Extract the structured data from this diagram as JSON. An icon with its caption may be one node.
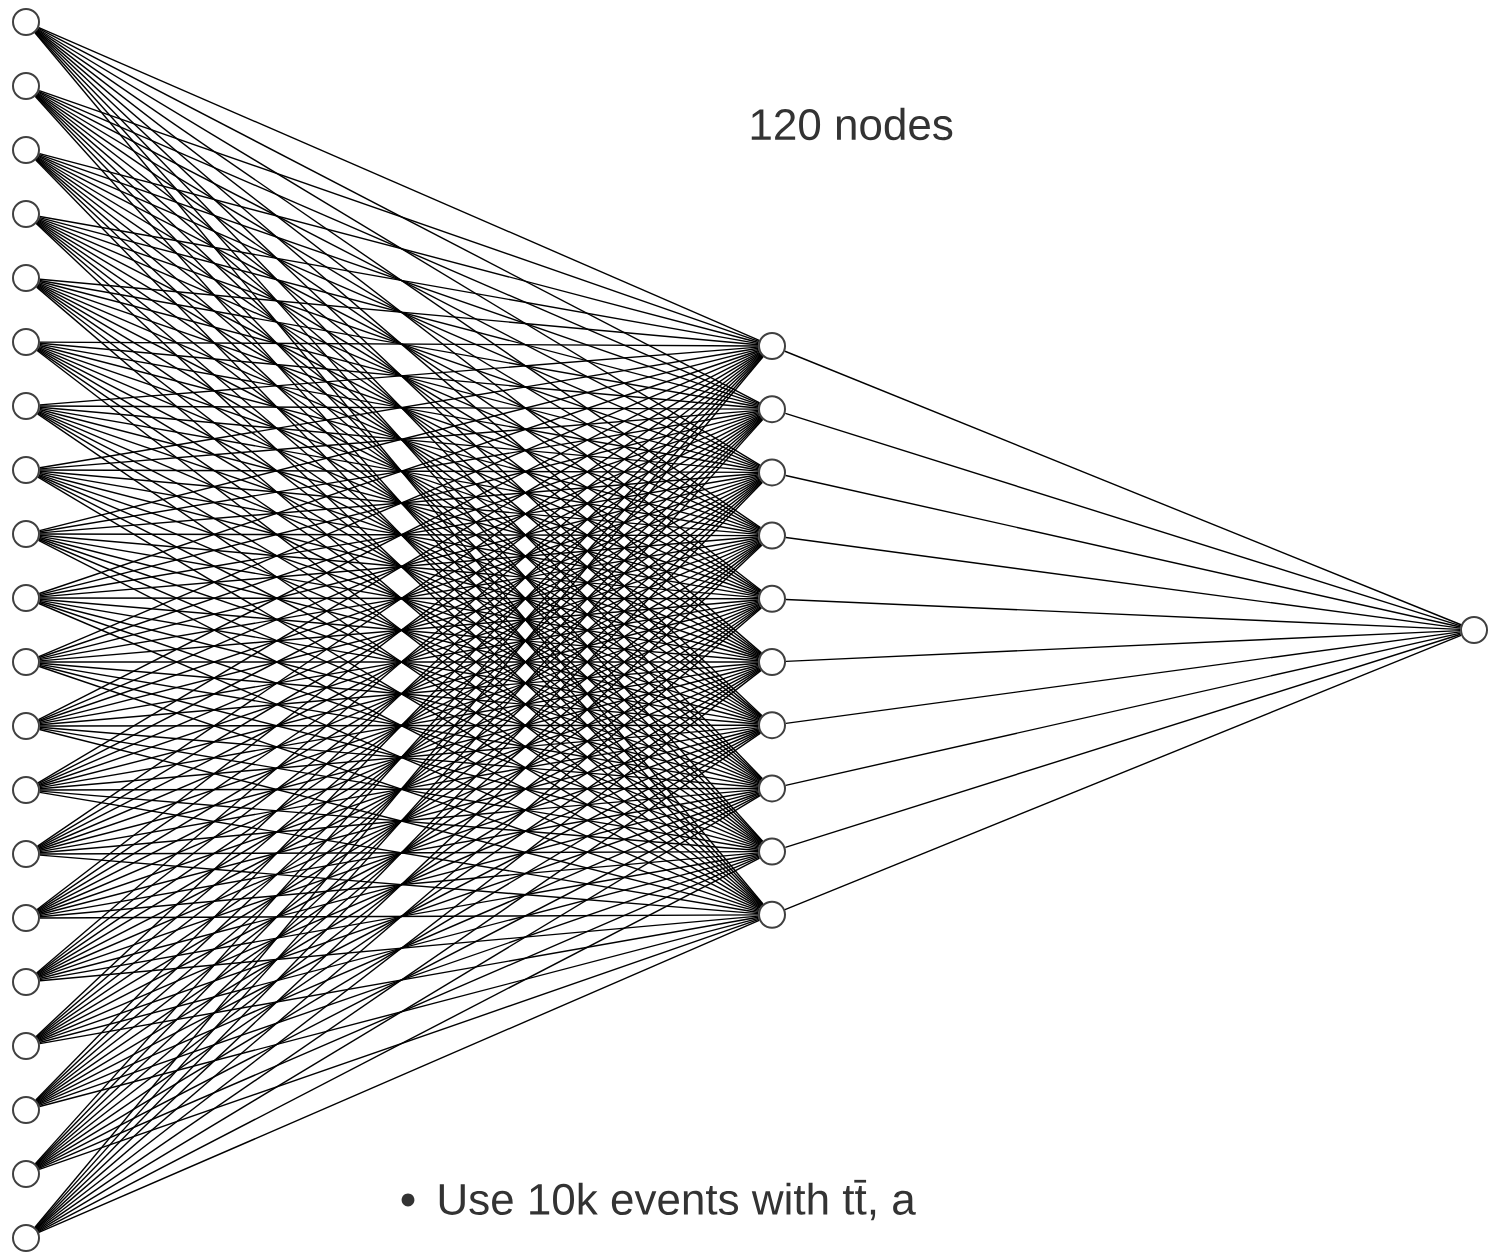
{
  "diagram": {
    "nodes": [
      {
        "text": [],
        "shape": "circle"
      },
      {
        "text": [],
        "shape": "circle"
      },
      {
        "text": [],
        "shape": "circle"
      },
      {
        "text": [],
        "shape": "circle"
      },
      {
        "text": [],
        "shape": "circle"
      },
      {
        "text": [],
        "shape": "circle"
      },
      {
        "text": [],
        "shape": "circle"
      },
      {
        "text": [],
        "shape": "circle"
      },
      {
        "text": [],
        "shape": "circle"
      },
      {
        "text": [],
        "shape": "circle"
      },
      {
        "text": [],
        "shape": "circle"
      },
      {
        "text": [],
        "shape": "circle"
      },
      {
        "text": [],
        "shape": "circle"
      },
      {
        "text": [],
        "shape": "circle"
      },
      {
        "text": [],
        "shape": "circle"
      },
      {
        "text": [],
        "shape": "circle"
      },
      {
        "text": [],
        "shape": "circle"
      },
      {
        "text": [],
        "shape": "circle"
      },
      {
        "text": [],
        "shape": "circle"
      },
      {
        "text": [],
        "shape": "circle"
      },
      {
        "text": [],
        "shape": "circle"
      },
      {
        "text": [],
        "shape": "circle"
      },
      {
        "text": [],
        "shape": "circle"
      },
      {
        "text": [],
        "shape": "circle"
      },
      {
        "text": [],
        "shape": "circle"
      },
      {
        "text": [],
        "shape": "circle"
      },
      {
        "text": [],
        "shape": "circle"
      },
      {
        "text": [],
        "shape": "circle"
      },
      {
        "text": [],
        "shape": "circle"
      },
      {
        "text": [],
        "shape": "circle"
      },
      {
        "text": [],
        "shape": "circle"
      }
    ],
    "edges": [
      {
        "from": 0,
        "to": 20,
        "arrow": "none"
      },
      {
        "from": 0,
        "to": 21,
        "arrow": "none"
      },
      {
        "from": 0,
        "to": 22,
        "arrow": "none"
      },
      {
        "from": 0,
        "to": 23,
        "arrow": "none"
      },
      {
        "from": 0,
        "to": 24,
        "arrow": "none"
      },
      {
        "from": 0,
        "to": 25,
        "arrow": "none"
      },
      {
        "from": 0,
        "to": 26,
        "arrow": "none"
      },
      {
        "from": 0,
        "to": 27,
        "arrow": "none"
      },
      {
        "from": 0,
        "to": 28,
        "arrow": "none"
      },
      {
        "from": 0,
        "to": 29,
        "arrow": "none"
      },
      {
        "from": 1,
        "to": 20,
        "arrow": "none"
      },
      {
        "from": 1,
        "to": 21,
        "arrow": "none"
      },
      {
        "from": 1,
        "to": 22,
        "arrow": "none"
      },
      {
        "from": 1,
        "to": 23,
        "arrow": "none"
      },
      {
        "from": 1,
        "to": 24,
        "arrow": "none"
      },
      {
        "from": 1,
        "to": 25,
        "arrow": "none"
      },
      {
        "from": 1,
        "to": 26,
        "arrow": "none"
      },
      {
        "from": 1,
        "to": 27,
        "arrow": "none"
      },
      {
        "from": 1,
        "to": 28,
        "arrow": "none"
      },
      {
        "from": 1,
        "to": 29,
        "arrow": "none"
      },
      {
        "from": 2,
        "to": 20,
        "arrow": "none"
      },
      {
        "from": 2,
        "to": 21,
        "arrow": "none"
      },
      {
        "from": 2,
        "to": 22,
        "arrow": "none"
      },
      {
        "from": 2,
        "to": 23,
        "arrow": "none"
      },
      {
        "from": 2,
        "to": 24,
        "arrow": "none"
      },
      {
        "from": 2,
        "to": 25,
        "arrow": "none"
      },
      {
        "from": 2,
        "to": 26,
        "arrow": "none"
      },
      {
        "from": 2,
        "to": 27,
        "arrow": "none"
      },
      {
        "from": 2,
        "to": 28,
        "arrow": "none"
      },
      {
        "from": 2,
        "to": 29,
        "arrow": "none"
      },
      {
        "from": 3,
        "to": 20,
        "arrow": "none"
      },
      {
        "from": 3,
        "to": 21,
        "arrow": "none"
      },
      {
        "from": 3,
        "to": 22,
        "arrow": "none"
      },
      {
        "from": 3,
        "to": 23,
        "arrow": "none"
      },
      {
        "from": 3,
        "to": 24,
        "arrow": "none"
      },
      {
        "from": 3,
        "to": 25,
        "arrow": "none"
      },
      {
        "from": 3,
        "to": 26,
        "arrow": "none"
      },
      {
        "from": 3,
        "to": 27,
        "arrow": "none"
      },
      {
        "from": 3,
        "to": 28,
        "arrow": "none"
      },
      {
        "from": 3,
        "to": 29,
        "arrow": "none"
      },
      {
        "from": 4,
        "to": 20,
        "arrow": "none"
      },
      {
        "from": 4,
        "to": 21,
        "arrow": "none"
      },
      {
        "from": 4,
        "to": 22,
        "arrow": "none"
      },
      {
        "from": 4,
        "to": 23,
        "arrow": "none"
      },
      {
        "from": 4,
        "to": 24,
        "arrow": "none"
      },
      {
        "from": 4,
        "to": 25,
        "arrow": "none"
      },
      {
        "from": 4,
        "to": 26,
        "arrow": "none"
      },
      {
        "from": 4,
        "to": 27,
        "arrow": "none"
      },
      {
        "from": 4,
        "to": 28,
        "arrow": "none"
      },
      {
        "from": 4,
        "to": 29,
        "arrow": "none"
      },
      {
        "from": 5,
        "to": 20,
        "arrow": "none"
      },
      {
        "from": 5,
        "to": 21,
        "arrow": "none"
      },
      {
        "from": 5,
        "to": 22,
        "arrow": "none"
      },
      {
        "from": 5,
        "to": 23,
        "arrow": "none"
      },
      {
        "from": 5,
        "to": 24,
        "arrow": "none"
      },
      {
        "from": 5,
        "to": 25,
        "arrow": "none"
      },
      {
        "from": 5,
        "to": 26,
        "arrow": "none"
      },
      {
        "from": 5,
        "to": 27,
        "arrow": "none"
      },
      {
        "from": 5,
        "to": 28,
        "arrow": "none"
      },
      {
        "from": 5,
        "to": 29,
        "arrow": "none"
      },
      {
        "from": 6,
        "to": 20,
        "arrow": "none"
      },
      {
        "from": 6,
        "to": 21,
        "arrow": "none"
      },
      {
        "from": 6,
        "to": 22,
        "arrow": "none"
      },
      {
        "from": 6,
        "to": 23,
        "arrow": "none"
      },
      {
        "from": 6,
        "to": 24,
        "arrow": "none"
      },
      {
        "from": 6,
        "to": 25,
        "arrow": "none"
      },
      {
        "from": 6,
        "to": 26,
        "arrow": "none"
      },
      {
        "from": 6,
        "to": 27,
        "arrow": "none"
      },
      {
        "from": 6,
        "to": 28,
        "arrow": "none"
      },
      {
        "from": 6,
        "to": 29,
        "arrow": "none"
      },
      {
        "from": 7,
        "to": 20,
        "arrow": "none"
      },
      {
        "from": 7,
        "to": 21,
        "arrow": "none"
      },
      {
        "from": 7,
        "to": 22,
        "arrow": "none"
      },
      {
        "from": 7,
        "to": 23,
        "arrow": "none"
      },
      {
        "from": 7,
        "to": 24,
        "arrow": "none"
      },
      {
        "from": 7,
        "to": 25,
        "arrow": "none"
      },
      {
        "from": 7,
        "to": 26,
        "arrow": "none"
      },
      {
        "from": 7,
        "to": 27,
        "arrow": "none"
      },
      {
        "from": 7,
        "to": 28,
        "arrow": "none"
      },
      {
        "from": 7,
        "to": 29,
        "arrow": "none"
      },
      {
        "from": 8,
        "to": 20,
        "arrow": "none"
      },
      {
        "from": 8,
        "to": 21,
        "arrow": "none"
      },
      {
        "from": 8,
        "to": 22,
        "arrow": "none"
      },
      {
        "from": 8,
        "to": 23,
        "arrow": "none"
      },
      {
        "from": 8,
        "to": 24,
        "arrow": "none"
      },
      {
        "from": 8,
        "to": 25,
        "arrow": "none"
      },
      {
        "from": 8,
        "to": 26,
        "arrow": "none"
      },
      {
        "from": 8,
        "to": 27,
        "arrow": "none"
      },
      {
        "from": 8,
        "to": 28,
        "arrow": "none"
      },
      {
        "from": 8,
        "to": 29,
        "arrow": "none"
      },
      {
        "from": 9,
        "to": 20,
        "arrow": "none"
      },
      {
        "from": 9,
        "to": 21,
        "arrow": "none"
      },
      {
        "from": 9,
        "to": 22,
        "arrow": "none"
      },
      {
        "from": 9,
        "to": 23,
        "arrow": "none"
      },
      {
        "from": 9,
        "to": 24,
        "arrow": "none"
      },
      {
        "from": 9,
        "to": 25,
        "arrow": "none"
      },
      {
        "from": 9,
        "to": 26,
        "arrow": "none"
      },
      {
        "from": 9,
        "to": 27,
        "arrow": "none"
      },
      {
        "from": 9,
        "to": 28,
        "arrow": "none"
      },
      {
        "from": 9,
        "to": 29,
        "arrow": "none"
      },
      {
        "from": 10,
        "to": 20,
        "arrow": "none"
      },
      {
        "from": 10,
        "to": 21,
        "arrow": "none"
      },
      {
        "from": 10,
        "to": 22,
        "arrow": "none"
      },
      {
        "from": 10,
        "to": 23,
        "arrow": "none"
      },
      {
        "from": 10,
        "to": 24,
        "arrow": "none"
      },
      {
        "from": 10,
        "to": 25,
        "arrow": "none"
      },
      {
        "from": 10,
        "to": 26,
        "arrow": "none"
      },
      {
        "from": 10,
        "to": 27,
        "arrow": "none"
      },
      {
        "from": 10,
        "to": 28,
        "arrow": "none"
      },
      {
        "from": 10,
        "to": 29,
        "arrow": "none"
      },
      {
        "from": 11,
        "to": 20,
        "arrow": "none"
      },
      {
        "from": 11,
        "to": 21,
        "arrow": "none"
      },
      {
        "from": 11,
        "to": 22,
        "arrow": "none"
      },
      {
        "from": 11,
        "to": 23,
        "arrow": "none"
      },
      {
        "from": 11,
        "to": 24,
        "arrow": "none"
      },
      {
        "from": 11,
        "to": 25,
        "arrow": "none"
      },
      {
        "from": 11,
        "to": 26,
        "arrow": "none"
      },
      {
        "from": 11,
        "to": 27,
        "arrow": "none"
      },
      {
        "from": 11,
        "to": 28,
        "arrow": "none"
      },
      {
        "from": 11,
        "to": 29,
        "arrow": "none"
      },
      {
        "from": 12,
        "to": 20,
        "arrow": "none"
      },
      {
        "from": 12,
        "to": 21,
        "arrow": "none"
      },
      {
        "from": 12,
        "to": 22,
        "arrow": "none"
      },
      {
        "from": 12,
        "to": 23,
        "arrow": "none"
      },
      {
        "from": 12,
        "to": 24,
        "arrow": "none"
      },
      {
        "from": 12,
        "to": 25,
        "arrow": "none"
      },
      {
        "from": 12,
        "to": 26,
        "arrow": "none"
      },
      {
        "from": 12,
        "to": 27,
        "arrow": "none"
      },
      {
        "from": 12,
        "to": 28,
        "arrow": "none"
      },
      {
        "from": 12,
        "to": 29,
        "arrow": "none"
      },
      {
        "from": 13,
        "to": 20,
        "arrow": "none"
      },
      {
        "from": 13,
        "to": 21,
        "arrow": "none"
      },
      {
        "from": 13,
        "to": 22,
        "arrow": "none"
      },
      {
        "from": 13,
        "to": 23,
        "arrow": "none"
      },
      {
        "from": 13,
        "to": 24,
        "arrow": "none"
      },
      {
        "from": 13,
        "to": 25,
        "arrow": "none"
      },
      {
        "from": 13,
        "to": 26,
        "arrow": "none"
      },
      {
        "from": 13,
        "to": 27,
        "arrow": "none"
      },
      {
        "from": 13,
        "to": 28,
        "arrow": "none"
      },
      {
        "from": 13,
        "to": 29,
        "arrow": "none"
      },
      {
        "from": 14,
        "to": 20,
        "arrow": "none"
      },
      {
        "from": 14,
        "to": 21,
        "arrow": "none"
      },
      {
        "from": 14,
        "to": 22,
        "arrow": "none"
      },
      {
        "from": 14,
        "to": 23,
        "arrow": "none"
      },
      {
        "from": 14,
        "to": 24,
        "arrow": "none"
      },
      {
        "from": 14,
        "to": 25,
        "arrow": "none"
      },
      {
        "from": 14,
        "to": 26,
        "arrow": "none"
      },
      {
        "from": 14,
        "to": 27,
        "arrow": "none"
      },
      {
        "from": 14,
        "to": 28,
        "arrow": "none"
      },
      {
        "from": 14,
        "to": 29,
        "arrow": "none"
      },
      {
        "from": 15,
        "to": 20,
        "arrow": "none"
      },
      {
        "from": 15,
        "to": 21,
        "arrow": "none"
      },
      {
        "from": 15,
        "to": 22,
        "arrow": "none"
      },
      {
        "from": 15,
        "to": 23,
        "arrow": "none"
      },
      {
        "from": 15,
        "to": 24,
        "arrow": "none"
      },
      {
        "from": 15,
        "to": 25,
        "arrow": "none"
      },
      {
        "from": 15,
        "to": 26,
        "arrow": "none"
      },
      {
        "from": 15,
        "to": 27,
        "arrow": "none"
      },
      {
        "from": 15,
        "to": 28,
        "arrow": "none"
      },
      {
        "from": 15,
        "to": 29,
        "arrow": "none"
      },
      {
        "from": 16,
        "to": 20,
        "arrow": "none"
      },
      {
        "from": 16,
        "to": 21,
        "arrow": "none"
      },
      {
        "from": 16,
        "to": 22,
        "arrow": "none"
      },
      {
        "from": 16,
        "to": 23,
        "arrow": "none"
      },
      {
        "from": 16,
        "to": 24,
        "arrow": "none"
      },
      {
        "from": 16,
        "to": 25,
        "arrow": "none"
      },
      {
        "from": 16,
        "to": 26,
        "arrow": "none"
      },
      {
        "from": 16,
        "to": 27,
        "arrow": "none"
      },
      {
        "from": 16,
        "to": 28,
        "arrow": "none"
      },
      {
        "from": 16,
        "to": 29,
        "arrow": "none"
      },
      {
        "from": 17,
        "to": 20,
        "arrow": "none"
      },
      {
        "from": 17,
        "to": 21,
        "arrow": "none"
      },
      {
        "from": 17,
        "to": 22,
        "arrow": "none"
      },
      {
        "from": 17,
        "to": 23,
        "arrow": "none"
      },
      {
        "from": 17,
        "to": 24,
        "arrow": "none"
      },
      {
        "from": 17,
        "to": 25,
        "arrow": "none"
      },
      {
        "from": 17,
        "to": 26,
        "arrow": "none"
      },
      {
        "from": 17,
        "to": 27,
        "arrow": "none"
      },
      {
        "from": 17,
        "to": 28,
        "arrow": "none"
      },
      {
        "from": 17,
        "to": 29,
        "arrow": "none"
      },
      {
        "from": 18,
        "to": 20,
        "arrow": "none"
      },
      {
        "from": 18,
        "to": 21,
        "arrow": "none"
      },
      {
        "from": 18,
        "to": 22,
        "arrow": "none"
      },
      {
        "from": 18,
        "to": 23,
        "arrow": "none"
      },
      {
        "from": 18,
        "to": 24,
        "arrow": "none"
      },
      {
        "from": 18,
        "to": 25,
        "arrow": "none"
      },
      {
        "from": 18,
        "to": 26,
        "arrow": "none"
      },
      {
        "from": 18,
        "to": 27,
        "arrow": "none"
      },
      {
        "from": 18,
        "to": 28,
        "arrow": "none"
      },
      {
        "from": 18,
        "to": 29,
        "arrow": "none"
      },
      {
        "from": 19,
        "to": 20,
        "arrow": "none"
      },
      {
        "from": 19,
        "to": 21,
        "arrow": "none"
      },
      {
        "from": 19,
        "to": 22,
        "arrow": "none"
      },
      {
        "from": 19,
        "to": 23,
        "arrow": "none"
      },
      {
        "from": 19,
        "to": 24,
        "arrow": "none"
      },
      {
        "from": 19,
        "to": 25,
        "arrow": "none"
      },
      {
        "from": 19,
        "to": 26,
        "arrow": "none"
      },
      {
        "from": 19,
        "to": 27,
        "arrow": "none"
      },
      {
        "from": 19,
        "to": 28,
        "arrow": "none"
      },
      {
        "from": 19,
        "to": 29,
        "arrow": "none"
      },
      {
        "from": 20,
        "to": 30,
        "arrow": "none"
      },
      {
        "from": 21,
        "to": 30,
        "arrow": "none"
      },
      {
        "from": 22,
        "to": 30,
        "arrow": "none"
      },
      {
        "from": 23,
        "to": 30,
        "arrow": "none"
      },
      {
        "from": 24,
        "to": 30,
        "arrow": "none"
      },
      {
        "from": 25,
        "to": 30,
        "arrow": "none"
      },
      {
        "from": 26,
        "to": 30,
        "arrow": "none"
      },
      {
        "from": 27,
        "to": 30,
        "arrow": "none"
      },
      {
        "from": 28,
        "to": 30,
        "arrow": "none"
      },
      {
        "from": 29,
        "to": 30,
        "arrow": "none"
      }
    ],
    "labels": [
      "120 nodes",
      "Use 10k events with tt̄, a"
    ]
  }
}
